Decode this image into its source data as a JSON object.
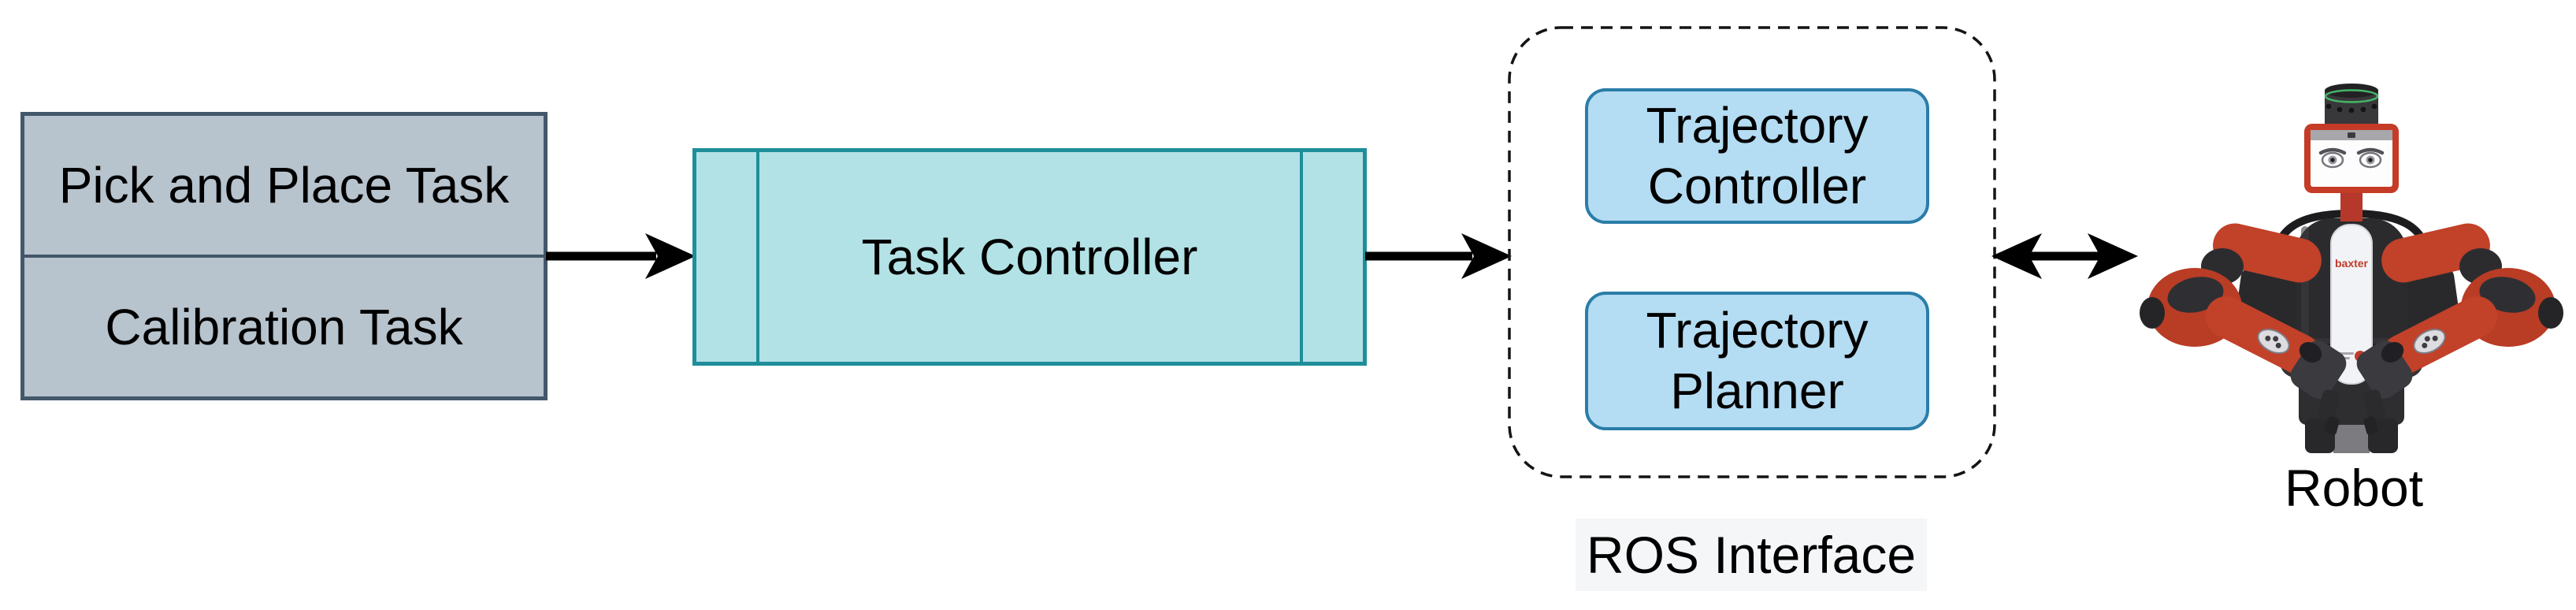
{
  "page": {
    "background": "#ffffff"
  },
  "task_input": {
    "items": [
      {
        "label": "Pick and Place Task"
      },
      {
        "label": "Calibration Task"
      }
    ],
    "fill": "#b7c3cd",
    "border_color": "#44576a"
  },
  "task_controller": {
    "label": "Task Controller",
    "fill": "#b2e2e5",
    "border_color": "#1f8e9b"
  },
  "ros_interface": {
    "label": "ROS Interface",
    "nodes": [
      {
        "label": "Trajectory Controller"
      },
      {
        "label": "Trajectory Planner"
      }
    ],
    "node_fill": "#b4dcf2",
    "node_border_color": "#2a7da8",
    "dash_border_color": "#141414"
  },
  "robot": {
    "label": "Robot",
    "brand_text": "baxter",
    "accent_color": "#c23b2a",
    "body_color": "#2b2b2e"
  },
  "arrows": {
    "color": "#000000"
  }
}
